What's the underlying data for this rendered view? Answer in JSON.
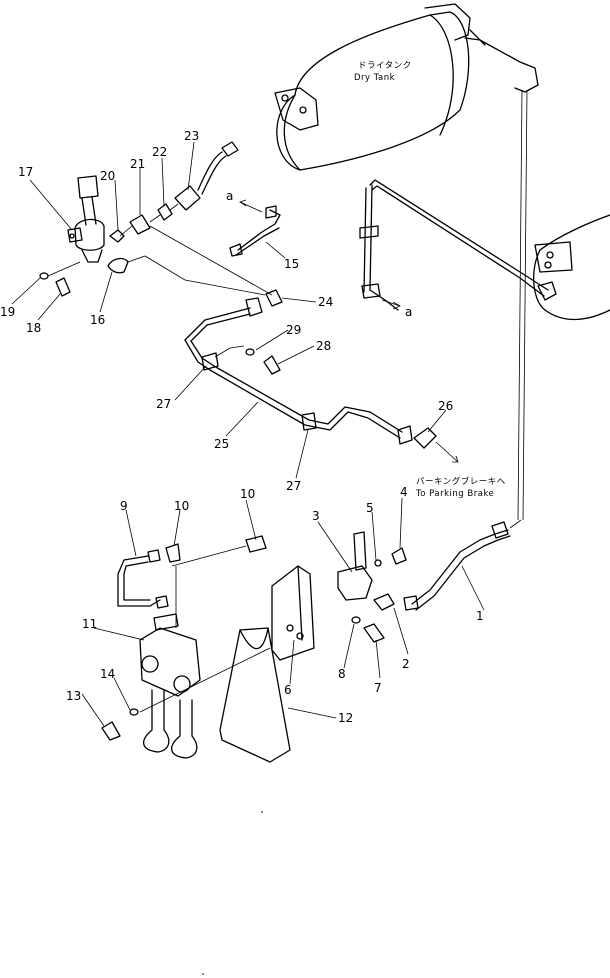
{
  "callouts": {
    "c1": "1",
    "c2": "2",
    "c3": "3",
    "c4": "4",
    "c5": "5",
    "c6": "6",
    "c7": "7",
    "c8": "8",
    "c9": "9",
    "c10a": "10",
    "c10b": "10",
    "c11": "11",
    "c12": "12",
    "c13": "13",
    "c14": "14",
    "c15": "15",
    "c16": "16",
    "c17": "17",
    "c18": "18",
    "c19": "19",
    "c20": "20",
    "c21": "21",
    "c22": "22",
    "c23": "23",
    "c24": "24",
    "c25": "25",
    "c26": "26",
    "c27a": "27",
    "c27b": "27",
    "c28": "28",
    "c29": "29"
  },
  "refs": {
    "a_top": "a",
    "a_right": "a"
  },
  "notes": {
    "dry_tank_jp": "ドライタンク",
    "dry_tank_en": "Dry Tank",
    "parking_jp": "パーキングブレーキへ",
    "parking_en": "To Parking Brake"
  }
}
